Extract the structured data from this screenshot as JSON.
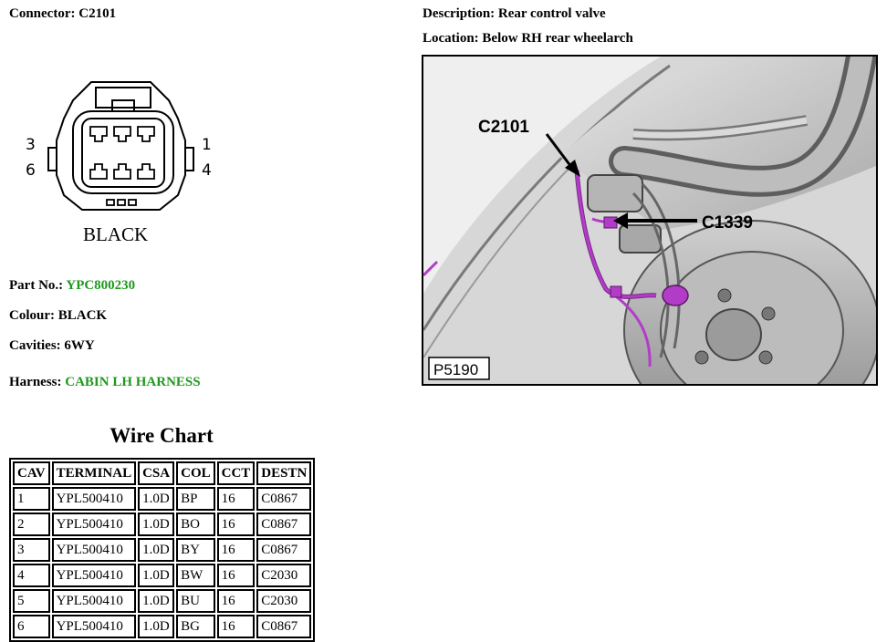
{
  "header": {
    "connector_label": "Connector:",
    "connector_value": "C2101",
    "description_label": "Description:",
    "description_value": "Rear control valve",
    "location_label": "Location:",
    "location_value": "Below RH rear wheelarch"
  },
  "connector_diagram": {
    "pin_labels": {
      "top_left": "3",
      "bottom_left": "6",
      "top_right": "1",
      "bottom_right": "4"
    },
    "colour_caption": "BLACK"
  },
  "details": {
    "part_no_label": "Part No.:",
    "part_no_value": "YPC800230",
    "colour_label": "Colour:",
    "colour_value": "BLACK",
    "cavities_label": "Cavities:",
    "cavities_value": "6WY",
    "harness_label": "Harness:",
    "harness_value": "CABIN LH HARNESS",
    "link_color": "#1c9a1c"
  },
  "photo": {
    "callout_c2101": "C2101",
    "callout_c1339": "C1339",
    "figure_id": "P5190",
    "harness_color": "#b23cc8"
  },
  "wire_chart": {
    "title": "Wire Chart",
    "headers": [
      "CAV",
      "TERMINAL",
      "CSA",
      "COL",
      "CCT",
      "DESTN"
    ],
    "rows": [
      [
        "1",
        "YPL500410",
        "1.0D",
        "BP",
        "16",
        "C0867"
      ],
      [
        "2",
        "YPL500410",
        "1.0D",
        "BO",
        "16",
        "C0867"
      ],
      [
        "3",
        "YPL500410",
        "1.0D",
        "BY",
        "16",
        "C0867"
      ],
      [
        "4",
        "YPL500410",
        "1.0D",
        "BW",
        "16",
        "C2030"
      ],
      [
        "5",
        "YPL500410",
        "1.0D",
        "BU",
        "16",
        "C2030"
      ],
      [
        "6",
        "YPL500410",
        "1.0D",
        "BG",
        "16",
        "C0867"
      ]
    ]
  }
}
